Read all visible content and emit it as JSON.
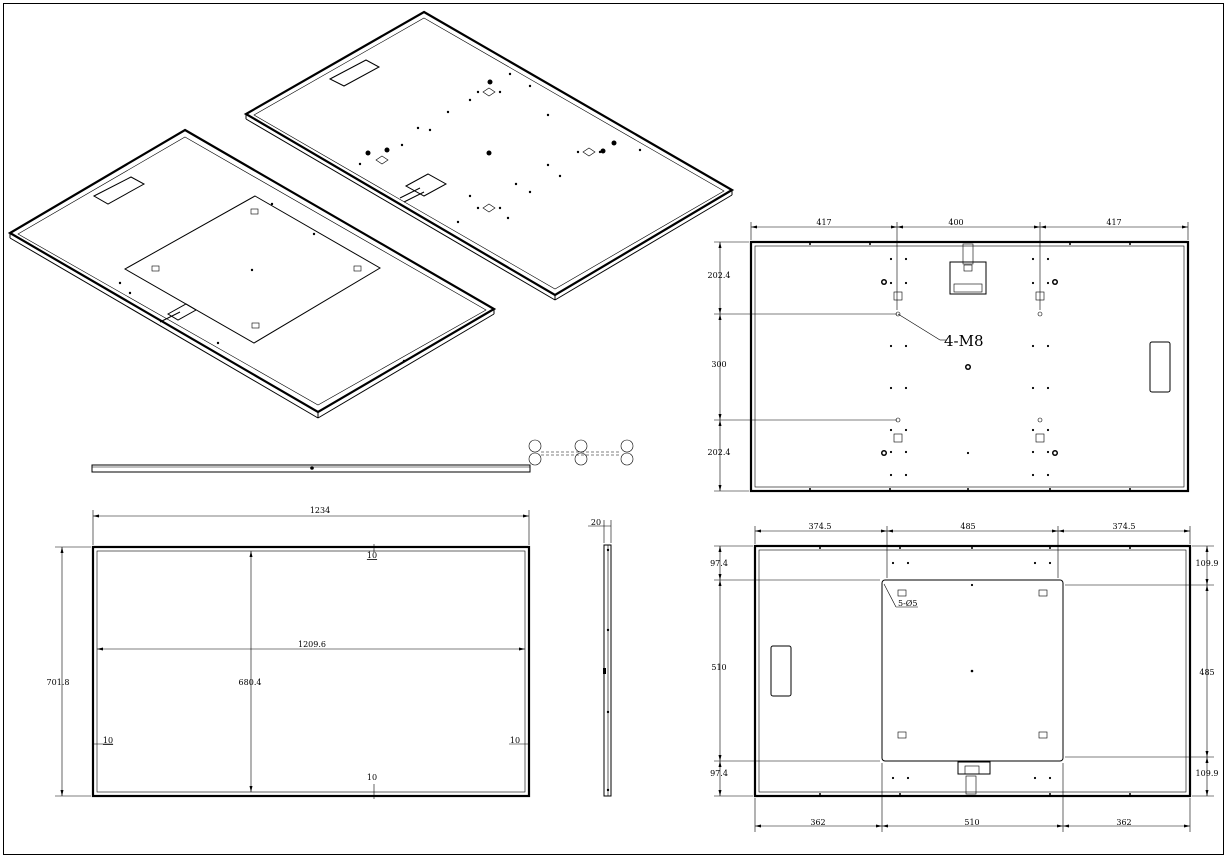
{
  "drawing": {
    "iso_views": {
      "front_label": "",
      "back_label": ""
    },
    "front_view": {
      "overall_width": "1234",
      "overall_height": "701.8",
      "inner_width": "1209.6",
      "inner_height": "680.4",
      "frame_top": "10",
      "frame_bottom": "10",
      "frame_left": "10",
      "frame_right": "10"
    },
    "side_view": {
      "depth": "20"
    },
    "rear_top_view": {
      "left_spacing": "417",
      "center_spacing": "400",
      "right_spacing": "417",
      "upper_offset": "202.4",
      "middle_spacing": "300",
      "lower_offset": "202.4",
      "hole_callout": "4-M8"
    },
    "rear_bottom_view": {
      "top_left": "374.5",
      "top_center": "485",
      "top_right": "374.5",
      "left_top": "97.4",
      "left_middle": "510",
      "left_bottom": "97.4",
      "right_top": "109.9",
      "right_middle": "485",
      "right_bottom": "109.9",
      "bottom_left": "362",
      "bottom_center": "510",
      "bottom_right": "362",
      "hole_callout": "5-Ø5"
    }
  }
}
